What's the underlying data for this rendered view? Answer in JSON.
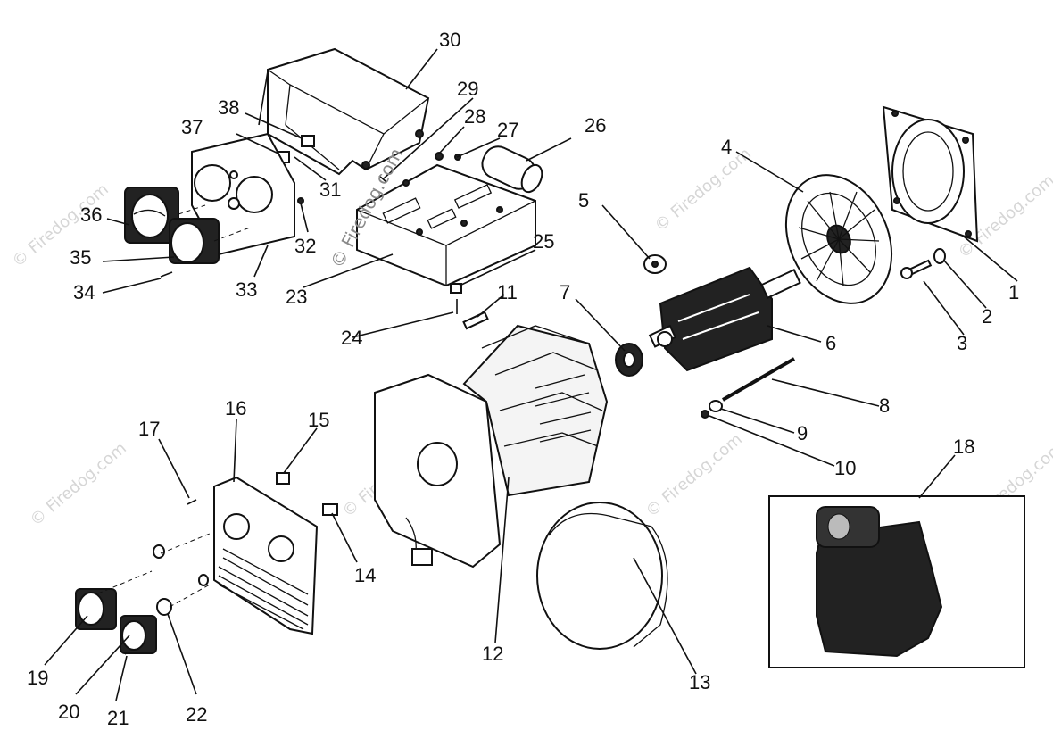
{
  "watermarks": {
    "tile": "© Firedog.com",
    "center": "© Firedog.com"
  },
  "inset_label": "18",
  "callouts": [
    {
      "id": "1",
      "text": "1"
    },
    {
      "id": "2",
      "text": "2"
    },
    {
      "id": "3",
      "text": "3"
    },
    {
      "id": "4",
      "text": "4"
    },
    {
      "id": "5",
      "text": "5"
    },
    {
      "id": "6",
      "text": "6"
    },
    {
      "id": "7",
      "text": "7"
    },
    {
      "id": "8",
      "text": "8"
    },
    {
      "id": "9",
      "text": "9"
    },
    {
      "id": "10",
      "text": "10"
    },
    {
      "id": "11",
      "text": "11"
    },
    {
      "id": "12",
      "text": "12"
    },
    {
      "id": "13",
      "text": "13"
    },
    {
      "id": "14",
      "text": "14"
    },
    {
      "id": "15",
      "text": "15"
    },
    {
      "id": "16",
      "text": "16"
    },
    {
      "id": "17",
      "text": "17"
    },
    {
      "id": "19",
      "text": "19"
    },
    {
      "id": "20",
      "text": "20"
    },
    {
      "id": "21",
      "text": "21"
    },
    {
      "id": "22",
      "text": "22"
    },
    {
      "id": "23",
      "text": "23"
    },
    {
      "id": "24",
      "text": "24"
    },
    {
      "id": "25",
      "text": "25"
    },
    {
      "id": "26",
      "text": "26"
    },
    {
      "id": "27",
      "text": "27"
    },
    {
      "id": "28",
      "text": "28"
    },
    {
      "id": "29",
      "text": "29"
    },
    {
      "id": "30",
      "text": "30"
    },
    {
      "id": "31",
      "text": "31"
    },
    {
      "id": "32",
      "text": "32"
    },
    {
      "id": "33",
      "text": "33"
    },
    {
      "id": "34",
      "text": "34"
    },
    {
      "id": "35",
      "text": "35"
    },
    {
      "id": "36",
      "text": "36"
    },
    {
      "id": "37",
      "text": "37"
    },
    {
      "id": "38",
      "text": "38"
    }
  ]
}
